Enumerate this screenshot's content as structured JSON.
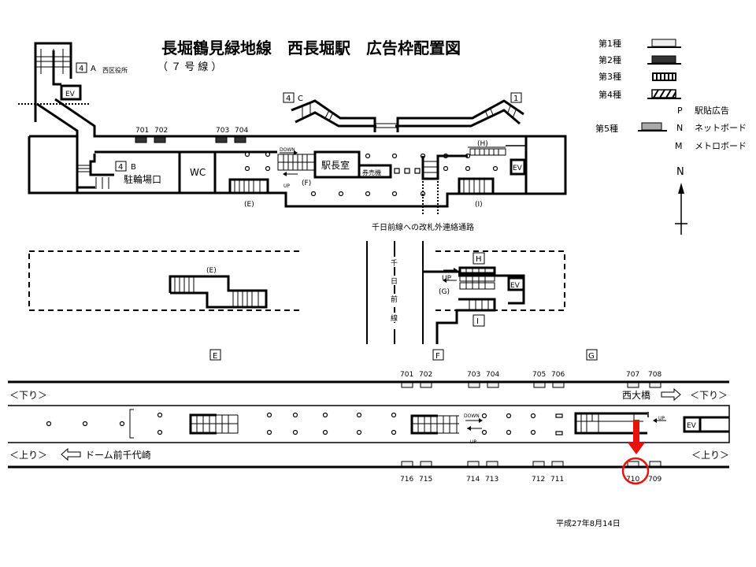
{
  "title": "長堀鶴見緑地線　西長堀駅　広告枠配置図",
  "subtitle": "（ ７ 号 線 ）",
  "legend": {
    "type1": "第1種",
    "type2": "第2種",
    "type3": "第3種",
    "type4": "第4種",
    "type5": "第5種",
    "p_key": "P",
    "p_label": "駅貼広告",
    "n_key": "N",
    "n_label": "ネットボード",
    "m_key": "M",
    "m_label": "メトロボード"
  },
  "north": "N",
  "concourse": {
    "exit_a_num": "4",
    "exit_a": "A",
    "exit_a_name": "西区役所",
    "exit_b_num": "4",
    "exit_b": "B",
    "exit_b_name": "駐輪場口",
    "exit_c_num": "4",
    "exit_c": "C",
    "exit_1": "1",
    "ev": "EV",
    "wc": "WC",
    "station_office": "駅長室",
    "ticket_machine": "券売機",
    "down": "DOWN",
    "up": "UP",
    "e": "(E)",
    "f": "(F)",
    "h": "(H)",
    "i": "(I)",
    "ads": [
      "701",
      "702",
      "703",
      "704"
    ],
    "connection": "千日前線への改札外連絡通路"
  },
  "middle": {
    "e": "(E)",
    "g": "(G)",
    "h": "H",
    "i": "I",
    "up": "UP",
    "ev": "EV",
    "sennichimae": [
      "千",
      "日",
      "前",
      "線"
    ],
    "zones": [
      "E",
      "F",
      "G"
    ]
  },
  "platform": {
    "top_ads": [
      "701",
      "702",
      "703",
      "704",
      "705",
      "706",
      "707",
      "708"
    ],
    "bottom_ads": [
      "716",
      "715",
      "714",
      "713",
      "712",
      "711",
      "710",
      "709"
    ],
    "down_left": "＜下り＞",
    "down_right": "＜下り＞",
    "up_left": "＜上り＞",
    "up_right": "＜上り＞",
    "dest_down": "西大橋",
    "dest_up": "ドーム前千代崎",
    "down": "DOWN",
    "up": "UP",
    "up2": "UP",
    "ev": "EV",
    "highlight": "710",
    "highlight_color": "#e8120c"
  },
  "date": "平成27年8月14日"
}
